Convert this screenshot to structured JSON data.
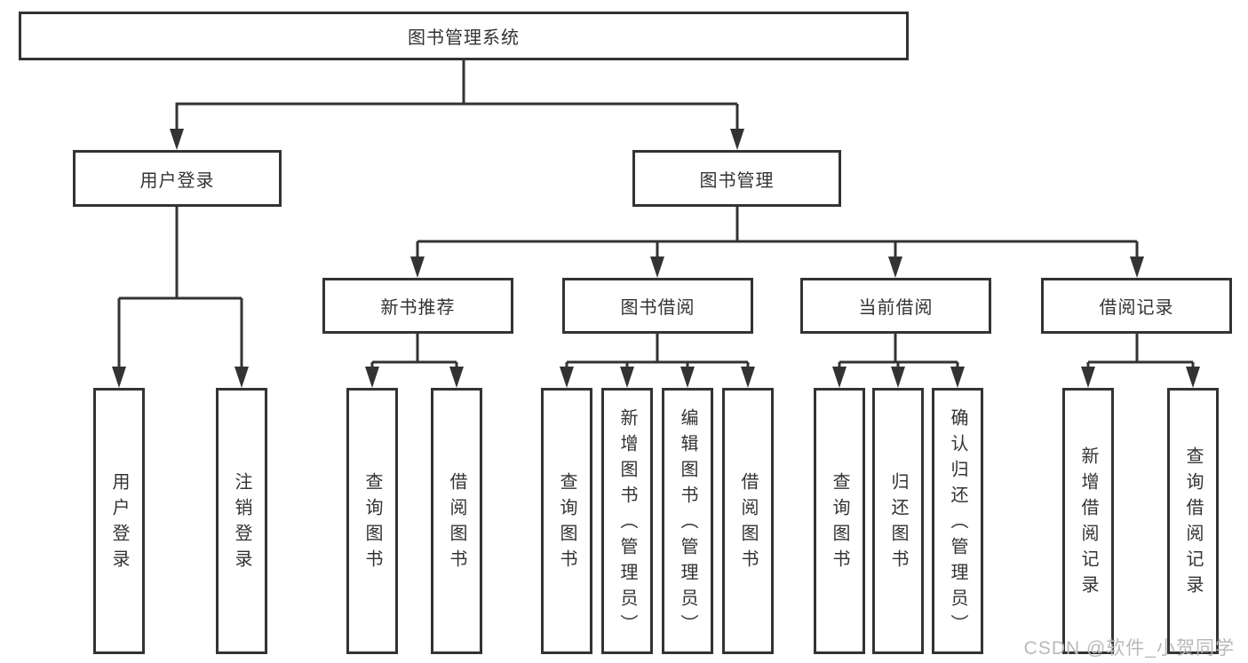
{
  "diagram": {
    "title": "图书管理系统",
    "nodes": {
      "root": "图书管理系统",
      "level2": [
        "用户登录",
        "图书管理"
      ],
      "level3": [
        "新书推荐",
        "图书借阅",
        "当前借阅",
        "借阅记录"
      ],
      "leaves_login": [
        "用户登录",
        "注销登录"
      ],
      "leaves_newbook": [
        "查询图书",
        "借阅图书"
      ],
      "leaves_borrow": [
        "查询图书",
        "新增图书（管理员）",
        "编辑图书（管理员）",
        "借阅图书"
      ],
      "leaves_current": [
        "查询图书",
        "归还图书",
        "确认归还（管理员）"
      ],
      "leaves_record": [
        "新增借阅记录",
        "查询借阅记录"
      ]
    },
    "watermark": "CSDN @软件_小贺同学",
    "colors": {
      "line": "#333333",
      "text": "#333333",
      "node_background": "#ffffff",
      "watermark": "#b9b9b9",
      "background": "#ffffff"
    }
  }
}
